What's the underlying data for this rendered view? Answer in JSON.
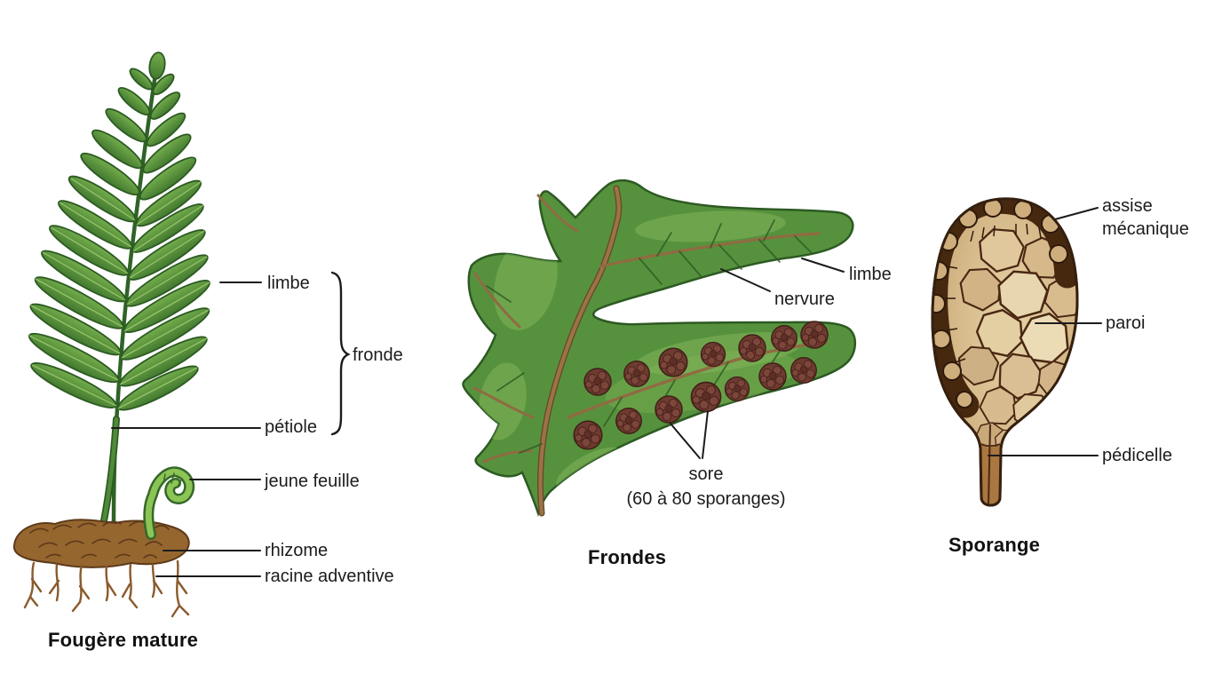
{
  "figure_background": "#ffffff",
  "mature_fern": {
    "title": "Fougère mature",
    "labels": {
      "limbe": "limbe",
      "fronde": "fronde",
      "petiole": "pétiole",
      "jeune_feuille": "jeune feuille",
      "rhizome": "rhizome",
      "racine_adventive": "racine adventive"
    }
  },
  "frondes": {
    "title": "Frondes",
    "labels": {
      "limbe": "limbe",
      "nervure": "nervure",
      "sore": "sore",
      "sore_count": "(60 à 80 sporanges)"
    }
  },
  "sporange": {
    "title": "Sporange",
    "labels": {
      "assise_mecanique": "assise mécanique",
      "paroi": "paroi",
      "pedicelle": "pédicelle"
    }
  },
  "colors": {
    "leaf_green": "#57943e",
    "leaf_green_dark": "#2c5a22",
    "leaf_green_light": "#8cc455",
    "rachis_brown": "#8f6b42",
    "rhizome_brown": "#96662f",
    "root_brown": "#8a5a2c",
    "sorus_brown": "#6e3b30",
    "capsule_tan": "#c9a876",
    "annulus_dark": "#46280f",
    "pointer_line": "#1c1c1c"
  }
}
